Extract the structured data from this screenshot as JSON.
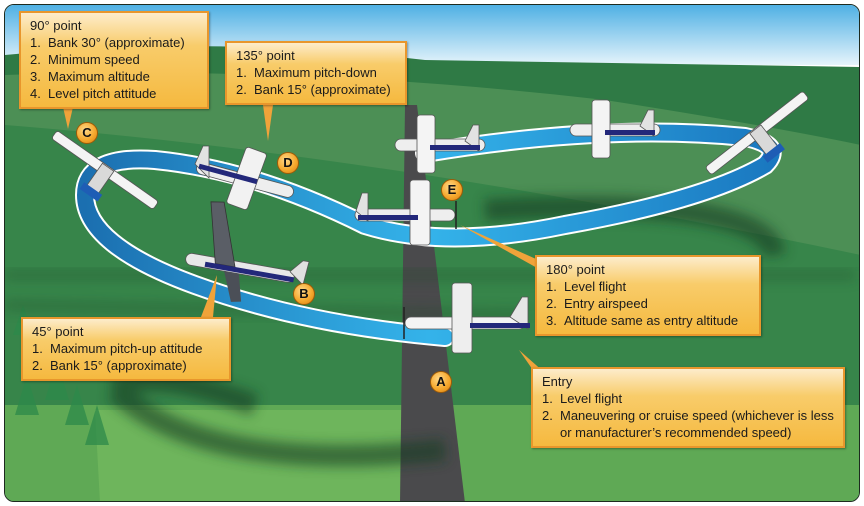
{
  "figure": {
    "title": "Lazy eight maneuver",
    "colors": {
      "sky_top": "#5bb6e6",
      "grass_dark": "#2f7a45",
      "grass_mid": "#4c9a4e",
      "grass_light": "#6fb55b",
      "runway": "#4a4a4c",
      "path_blue": "#1fa3e0",
      "callout_fill": "#f6bc47",
      "callout_border": "#e8962c"
    }
  },
  "markers": [
    {
      "id": "A",
      "label": "A"
    },
    {
      "id": "B",
      "label": "B"
    },
    {
      "id": "C",
      "label": "C"
    },
    {
      "id": "D",
      "label": "D"
    },
    {
      "id": "E",
      "label": "E"
    }
  ],
  "callouts": {
    "ninety": {
      "title": "90° point",
      "items": [
        {
          "num": "1.",
          "text": "Bank 30° (approximate)"
        },
        {
          "num": "2.",
          "text": "Minimum speed"
        },
        {
          "num": "3.",
          "text": "Maximum altitude"
        },
        {
          "num": "4.",
          "text": "Level pitch attitude"
        }
      ]
    },
    "one_thirty_five": {
      "title": "135° point",
      "items": [
        {
          "num": "1.",
          "text": "Maximum pitch-down"
        },
        {
          "num": "2.",
          "text": "Bank 15° (approximate)"
        }
      ]
    },
    "one_eighty": {
      "title": "180° point",
      "items": [
        {
          "num": "1.",
          "text": "Level flight"
        },
        {
          "num": "2.",
          "text": "Entry airspeed"
        },
        {
          "num": "3.",
          "text": "Altitude same as entry altitude"
        }
      ]
    },
    "forty_five": {
      "title": "45° point",
      "items": [
        {
          "num": "1.",
          "text": "Maximum pitch-up attitude"
        },
        {
          "num": "2.",
          "text": "Bank 15° (approximate)"
        }
      ]
    },
    "entry": {
      "title": "Entry",
      "items": [
        {
          "num": "1.",
          "text": "Level flight"
        },
        {
          "num": "2.",
          "text": "Maneuvering or cruise speed (whichever is less or manufacturer’s recommended speed)"
        }
      ]
    }
  }
}
